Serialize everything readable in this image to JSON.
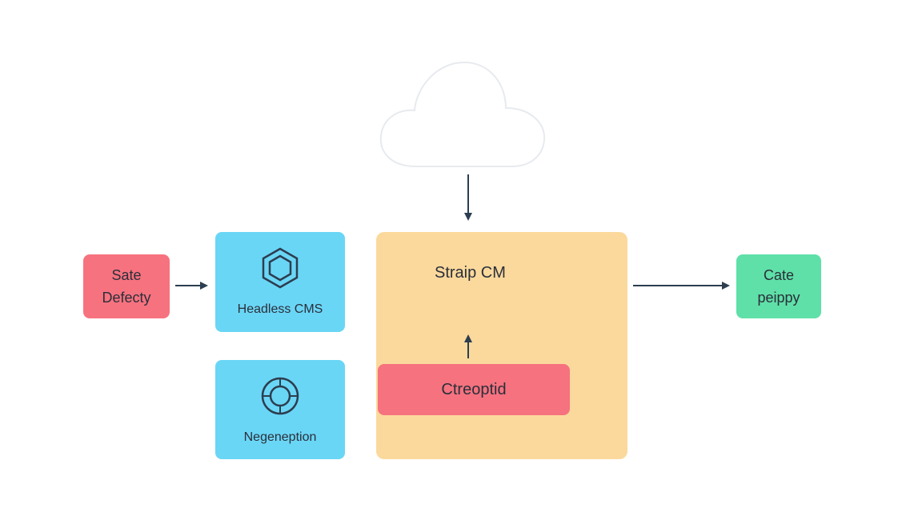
{
  "colors": {
    "source": "#f7727f",
    "blue": "#6ad6f6",
    "panel": "#fbd99c",
    "ctreoptid": "#f6727f",
    "target": "#5fe0a8",
    "arrow": "#2c3e50",
    "cloud_stroke": "#e9ecef"
  },
  "nodes": {
    "source": {
      "line1": "Sate",
      "line2": "Defecty"
    },
    "headless": {
      "label": "Headless CMS",
      "icon": "hexagon-icon"
    },
    "negation": {
      "label": "Negeneption",
      "icon": "ring-icon"
    },
    "strapi": {
      "label": "Straip CM"
    },
    "ctreoptid": {
      "label": "Ctreoptid"
    },
    "target": {
      "line1": "Cate",
      "line2": "peippy"
    }
  },
  "cloud": {
    "icon": "cloud-icon"
  }
}
